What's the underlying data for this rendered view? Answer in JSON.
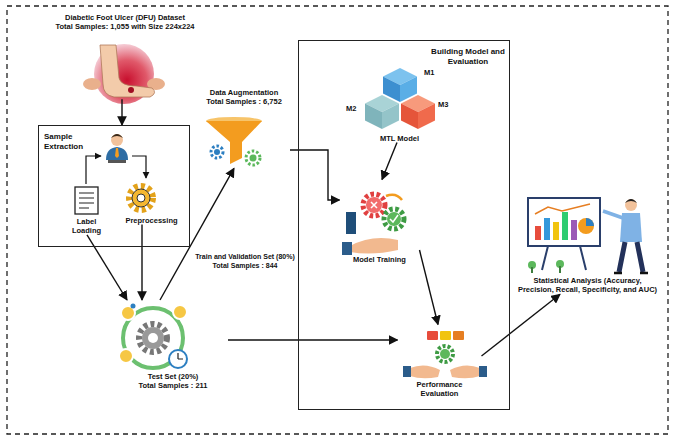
{
  "diagram": {
    "nodes": [
      {
        "text": [
          "Diabetic Foot Ulcer (DFU) Dataset",
          "Total Samples: 1,055 with Size 224x224"
        ]
      },
      {
        "text": [
          "Sample Extraction"
        ]
      },
      {
        "text": [
          "Label Loading"
        ],
        "in": 1
      },
      {
        "text": [
          "Preprocessing"
        ],
        "in": 1
      },
      {
        "text": [
          "Data Augmentation",
          "Total Samples : 6,752"
        ]
      },
      {
        "text": [
          "Test Set (20%)",
          "Total Samples : 211"
        ]
      },
      {
        "text": [
          "Building Model and Evaluation"
        ]
      },
      {
        "text": [
          "MTL Model"
        ],
        "in": 6
      },
      {
        "text": [
          "Model Training"
        ],
        "in": 6
      },
      {
        "text": [
          "Performance Evaluation"
        ],
        "in": 6
      },
      {
        "text": [
          "Statistical Analysis (Accuracy, Precision, Recall, Specificity, and AUC)"
        ]
      }
    ],
    "edges": [
      {
        "from": 0,
        "to": 1,
        "arrow": "to"
      },
      {
        "from": 2,
        "to": 5,
        "arrow": "to"
      },
      {
        "from": 3,
        "to": 5,
        "arrow": "to"
      },
      {
        "from": 5,
        "to": 4,
        "label": "Train and Validation Set (80%) Total Samples : 844",
        "arrow": "to"
      },
      {
        "from": 4,
        "to": 8,
        "arrow": "to"
      },
      {
        "from": 7,
        "to": 8,
        "arrow": "to"
      },
      {
        "from": 8,
        "to": 9,
        "arrow": "to"
      },
      {
        "from": 5,
        "to": 9,
        "arrow": "to"
      },
      {
        "from": 9,
        "to": 10,
        "arrow": "to"
      }
    ],
    "labels": [
      "M1",
      "M2",
      "M3"
    ]
  }
}
